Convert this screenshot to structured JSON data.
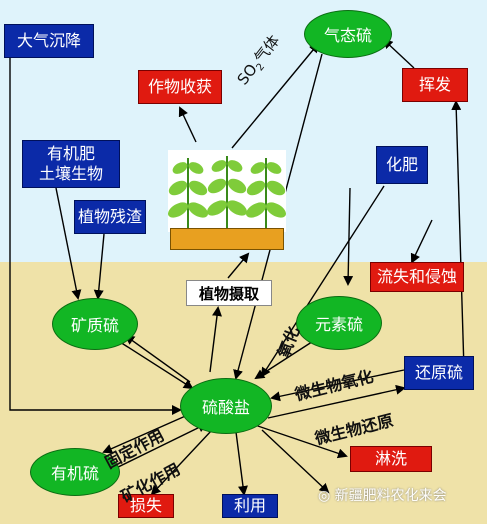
{
  "nodes": {
    "atmospheric_deposition": "大气沉降",
    "gaseous_sulfur": "气态硫",
    "crop_harvest": "作物收获",
    "volatilization": "挥发",
    "organic_fertilizer_soil_organisms": "有机肥\n土壤生物",
    "plant_residue": "植物残渣",
    "chemical_fertilizer": "化肥",
    "runoff_erosion": "流失和侵蚀",
    "plant_uptake": "植物摄取",
    "mineral_sulfur": "矿质硫",
    "elemental_sulfur": "元素硫",
    "reduced_sulfur": "还原硫",
    "sulfate": "硫酸盐",
    "organic_sulfur": "有机硫",
    "leaching": "淋洗",
    "loss": "损失",
    "use": "利用"
  },
  "labels": {
    "so2_gas_prefix": "SO",
    "so2_gas_sub": "2",
    "so2_gas_suffix": "气体",
    "oxidation": "氧化",
    "microbial_oxidation": "微生物氧化",
    "microbial_reduction": "微生物还原",
    "immobilization": "固定作用",
    "mineralization": "矿化作用",
    "watermark": "新疆肥料农化来会"
  },
  "colors": {
    "sky": "#dff3fb",
    "soil": "#efe2a8",
    "blue_box": "#0b2aa8",
    "red_box": "#e01a10",
    "green_node": "#12b624"
  }
}
